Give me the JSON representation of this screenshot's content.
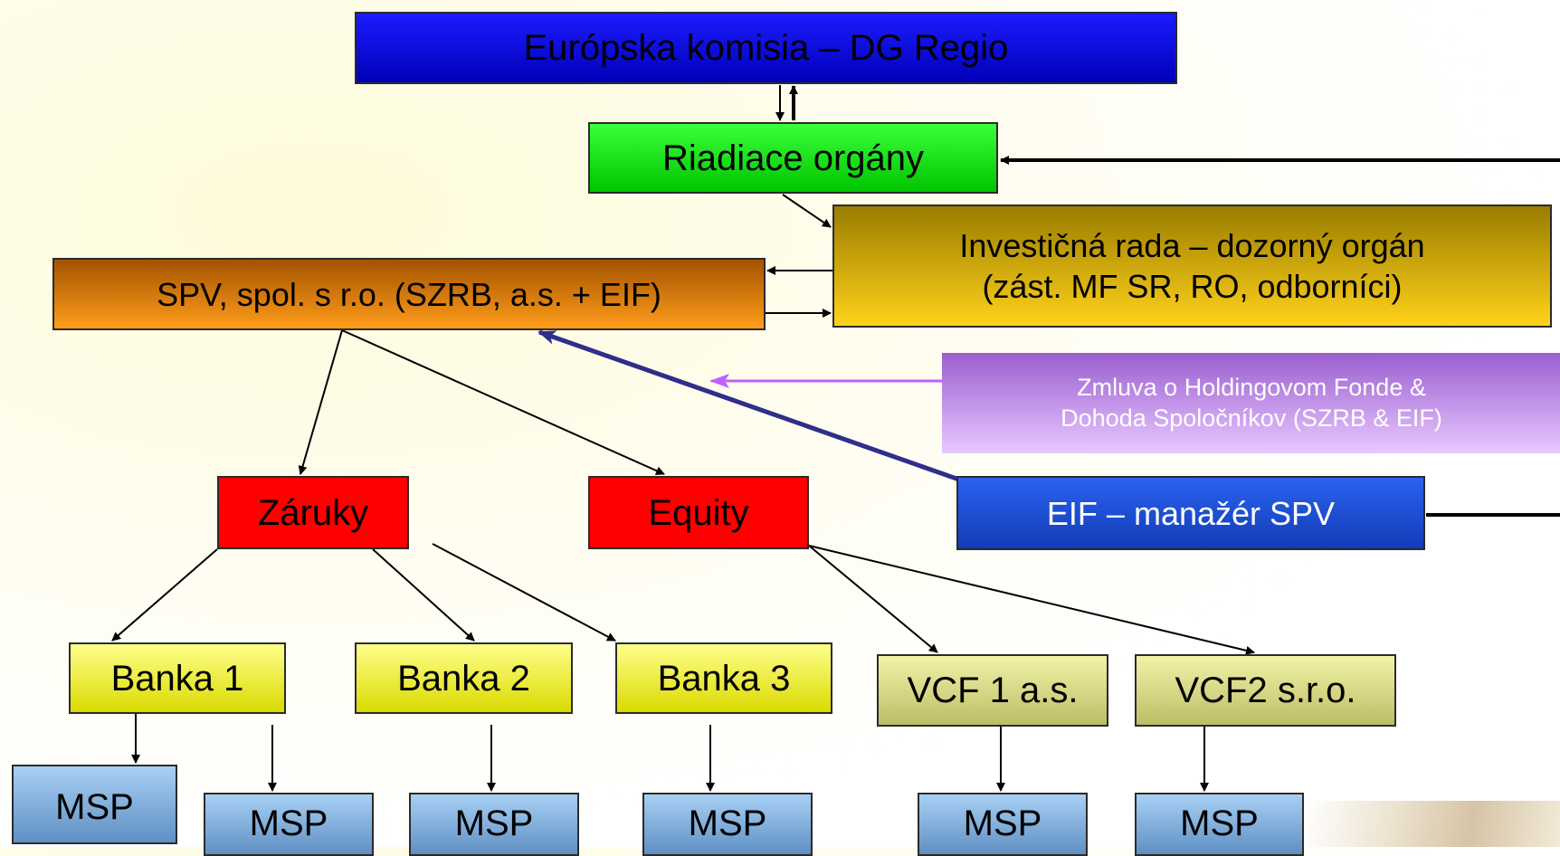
{
  "nodes": {
    "ec": "Európska komisia – DG Regio",
    "ro": "Riadiace orgány",
    "ir_line1": "Investičná rada – dozorný orgán",
    "ir_line2": "(zást. MF SR, RO, odborníci)",
    "spv": "SPV, spol. s r.o.   (SZRB, a.s. + EIF)",
    "zmluva_line1": "Zmluva o Holdingovom Fonde &",
    "zmluva_line2": "Dohoda Spoločníkov (SZRB & EIF)",
    "eif": "EIF – manažér SPV",
    "zaruky": "Záruky",
    "equity": "Equity",
    "banka1": "Banka 1",
    "banka2": "Banka 2",
    "banka3": "Banka 3",
    "vcf1": "VCF 1 a.s.",
    "vcf2": "VCF2 s.r.o.",
    "msp": "MSP"
  },
  "colors": {
    "ec": "#0a0ae6",
    "ro": "#1ee61e",
    "investicna_rada": "#d9aa00",
    "spv": "#e07a00",
    "zmluva": "#c38ee8",
    "eif": "#1e4fd8",
    "zaruky_equity": "#ff0000",
    "banka": "#f0f000",
    "vcf": "#d8d888",
    "msp": "#7fa9dc",
    "contract_arrow": "#c060ff",
    "eif_arrow": "#2e2e8c"
  }
}
